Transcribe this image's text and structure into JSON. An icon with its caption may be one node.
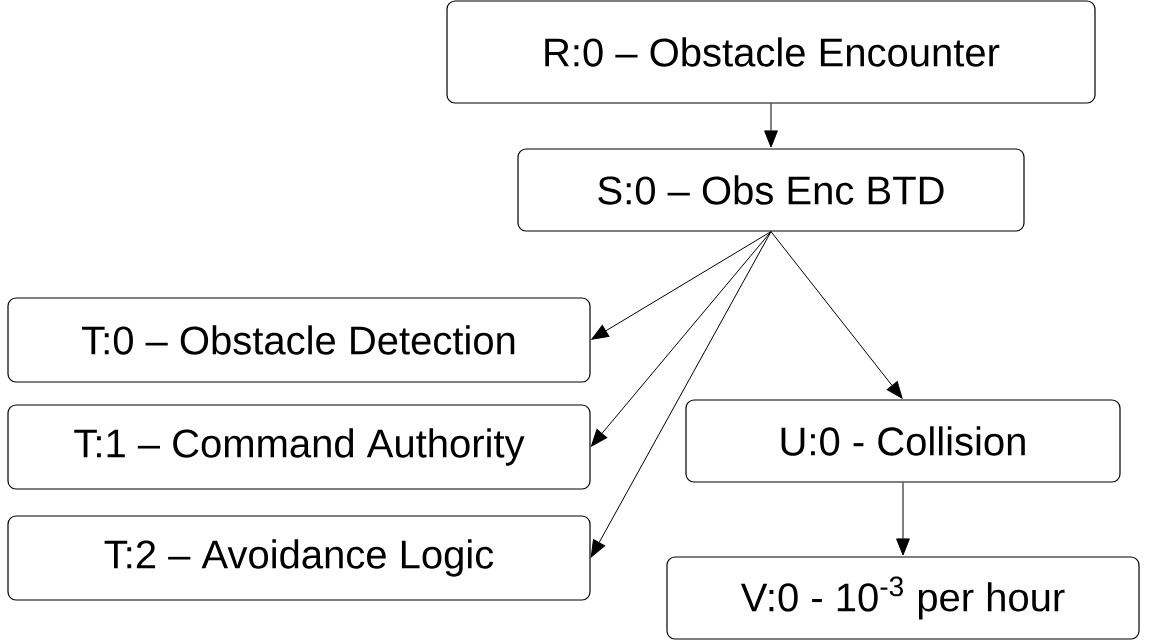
{
  "diagram": {
    "nodes": [
      {
        "text": [
          "R:0 – Obstacle Encounter"
        ]
      },
      {
        "text": [
          "S:0 – Obs Enc BTD"
        ]
      },
      {
        "text": [
          "T:0 – Obstacle Detection"
        ]
      },
      {
        "text": [
          "T:1 – Command Authority"
        ]
      },
      {
        "text": [
          "T:2 – Avoidance Logic"
        ]
      },
      {
        "text": [
          "U:0 - Collision"
        ]
      },
      {
        "text": [
          "V:0 - 10$^{-3}$ per hour"
        ]
      }
    ],
    "edges": [
      {
        "from": 0,
        "to": 1,
        "arrow": "to"
      },
      {
        "from": 1,
        "to": 2,
        "arrow": "to"
      },
      {
        "from": 1,
        "to": 3,
        "arrow": "to"
      },
      {
        "from": 1,
        "to": 4,
        "arrow": "to"
      },
      {
        "from": 1,
        "to": 5,
        "arrow": "to"
      },
      {
        "from": 5,
        "to": 6,
        "arrow": "to"
      }
    ]
  }
}
